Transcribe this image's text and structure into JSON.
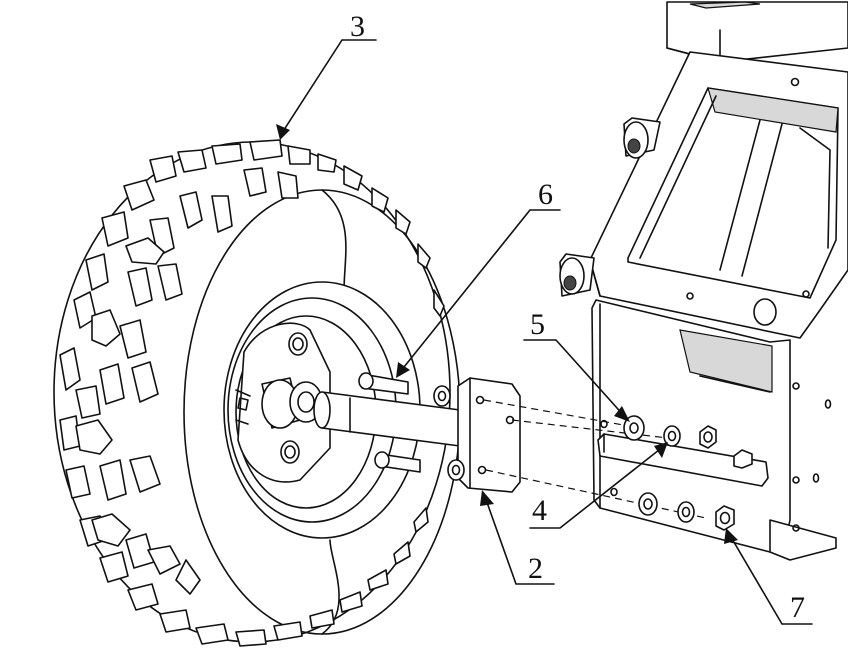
{
  "diagram": {
    "type": "exploded assembly drawing",
    "callouts": [
      {
        "id": "part-2",
        "label": "2"
      },
      {
        "id": "part-3",
        "label": "3"
      },
      {
        "id": "part-4",
        "label": "4"
      },
      {
        "id": "part-5",
        "label": "5"
      },
      {
        "id": "part-6",
        "label": "6"
      },
      {
        "id": "part-7",
        "label": "7"
      }
    ]
  }
}
